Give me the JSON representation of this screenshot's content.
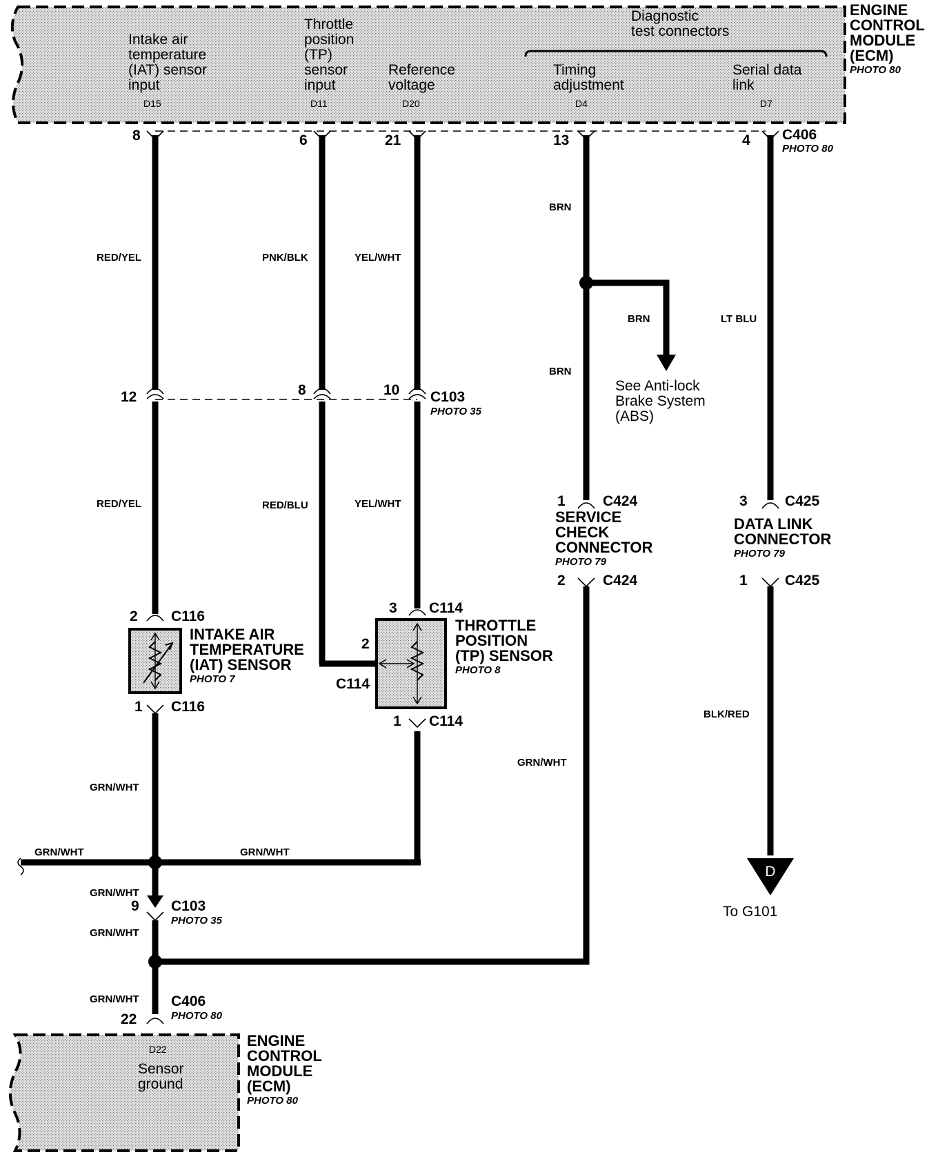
{
  "ecm_top": {
    "title_lines": [
      "ENGINE",
      "CONTROL",
      "MODULE",
      "(ECM)"
    ],
    "photo": "PHOTO 80",
    "diag_group": [
      "Diagnostic",
      "test connectors"
    ],
    "inputs": [
      {
        "lines": [
          "Intake air",
          "temperature",
          "(IAT) sensor",
          "input"
        ],
        "pin": "D15"
      },
      {
        "lines": [
          "Throttle",
          "position",
          "(TP)",
          "sensor",
          "input"
        ],
        "pin": "D11"
      },
      {
        "lines": [
          "Reference",
          "voltage"
        ],
        "pin": "D20"
      },
      {
        "lines": [
          "Timing",
          "adjustment"
        ],
        "pin": "D4"
      },
      {
        "lines": [
          "Serial data",
          "link"
        ],
        "pin": "D7"
      }
    ]
  },
  "c406_top": {
    "name": "C406",
    "photo": "PHOTO 80",
    "pins": [
      "8",
      "6",
      "21",
      "13",
      "4"
    ]
  },
  "wires": {
    "w1_top": "RED/YEL",
    "w2_top": "PNK/BLK",
    "w3_top": "YEL/WHT",
    "w4_top": "BRN",
    "w4_mid": "BRN",
    "abs_branch": "BRN",
    "w5_top": "LT BLU",
    "w1_mid": "RED/YEL",
    "w2_mid": "RED/BLU",
    "w3_mid": "YEL/WHT",
    "ground_a": "GRN/WHT",
    "ground_left": "GRN/WHT",
    "ground_b": "GRN/WHT",
    "ground_c": "GRN/WHT",
    "ground_d": "GRN/WHT",
    "ground_e": "GRN/WHT",
    "scs_ground": "GRN/WHT",
    "dlc_ground": "BLK/RED"
  },
  "c103": {
    "name": "C103",
    "photo": "PHOTO 35",
    "pins": [
      "12",
      "8",
      "10"
    ],
    "ground_pin": "9"
  },
  "abs_note": [
    "See Anti-lock",
    "Brake System",
    "(ABS)"
  ],
  "service_check": {
    "connector": "C424",
    "pin_top": "1",
    "pin_bottom": "2",
    "title_lines": [
      "SERVICE",
      "CHECK",
      "CONNECTOR"
    ],
    "photo": "PHOTO 79"
  },
  "data_link": {
    "connector": "C425",
    "pin_top": "3",
    "pin_bottom": "1",
    "title_lines": [
      "DATA LINK",
      "CONNECTOR"
    ],
    "photo": "PHOTO 79"
  },
  "iat_sensor": {
    "connector": "C116",
    "pin_top": "2",
    "pin_bottom": "1",
    "title_lines": [
      "INTAKE AIR",
      "TEMPERATURE",
      "(IAT) SENSOR"
    ],
    "photo": "PHOTO 7"
  },
  "tp_sensor": {
    "connector": "C114",
    "pin_top": "3",
    "pin_side": "2",
    "pin_bottom": "1",
    "title_lines": [
      "THROTTLE",
      "POSITION",
      "(TP) SENSOR"
    ],
    "photo": "PHOTO 8"
  },
  "ground_ref": {
    "letter": "D",
    "label": "To G101"
  },
  "c406_bottom": {
    "name": "C406",
    "photo": "PHOTO 80",
    "pin": "22"
  },
  "ecm_bottom": {
    "title_lines": [
      "ENGINE",
      "CONTROL",
      "MODULE",
      "(ECM)"
    ],
    "photo": "PHOTO 80",
    "pin": "D22",
    "desc": [
      "Sensor",
      "ground"
    ]
  },
  "colors": {
    "line": "#000000",
    "module_fill": "#d6d6d6",
    "background": "#ffffff"
  }
}
